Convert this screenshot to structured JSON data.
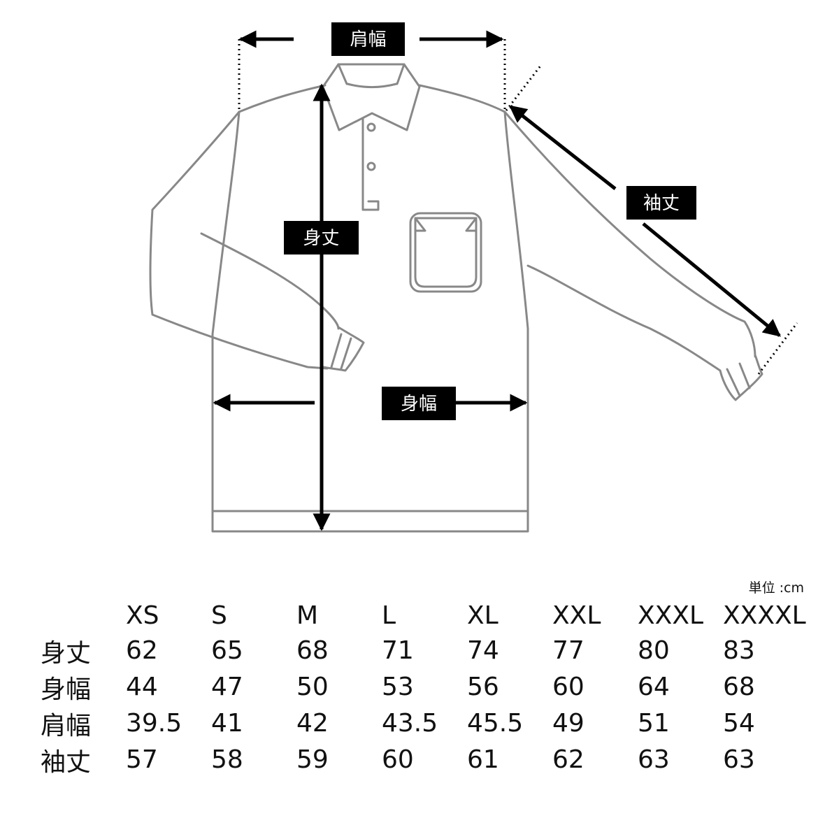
{
  "diagram": {
    "labels": {
      "shoulder_width": "肩幅",
      "body_length": "身丈",
      "sleeve_length": "袖丈",
      "body_width": "身幅"
    },
    "garment_stroke_color": "#888888",
    "arrow_color": "#000000"
  },
  "table": {
    "unit": "単位 :cm",
    "sizes": [
      "XS",
      "S",
      "M",
      "L",
      "XL",
      "XXL",
      "XXXL",
      "XXXXL"
    ],
    "rows": [
      {
        "label": "身丈",
        "values": [
          "62",
          "65",
          "68",
          "71",
          "74",
          "77",
          "80",
          "83"
        ]
      },
      {
        "label": "身幅",
        "values": [
          "44",
          "47",
          "50",
          "53",
          "56",
          "60",
          "64",
          "68"
        ]
      },
      {
        "label": "肩幅",
        "values": [
          "39.5",
          "41",
          "42",
          "43.5",
          "45.5",
          "49",
          "51",
          "54"
        ]
      },
      {
        "label": "袖丈",
        "values": [
          "57",
          "58",
          "59",
          "60",
          "61",
          "62",
          "63",
          "63"
        ]
      }
    ]
  }
}
